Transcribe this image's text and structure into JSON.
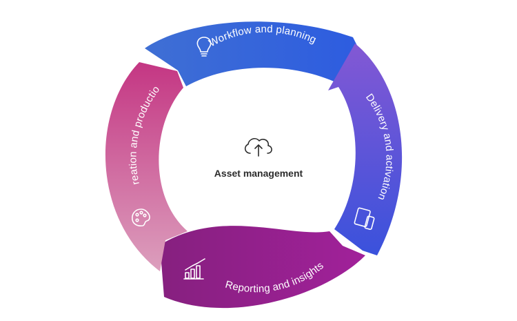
{
  "center": {
    "title": "Asset management",
    "icon": "cloud-upload-icon"
  },
  "segments": [
    {
      "label": "Workflow and planning",
      "icon": "lightbulb-icon",
      "color_start": "#3a67d8",
      "color_end": "#2f5fe0"
    },
    {
      "label": "Delivery and activation",
      "icon": "devices-icon",
      "color_start": "#7b52d6",
      "color_end": "#3e55dc"
    },
    {
      "label": "Reporting and insights",
      "icon": "bar-chart-icon",
      "color_start": "#7a1f86",
      "color_end": "#b3289a"
    },
    {
      "label": "Creation and production",
      "icon": "palette-icon",
      "color_start": "#dc9ab8",
      "color_end": "#c23a84"
    }
  ]
}
